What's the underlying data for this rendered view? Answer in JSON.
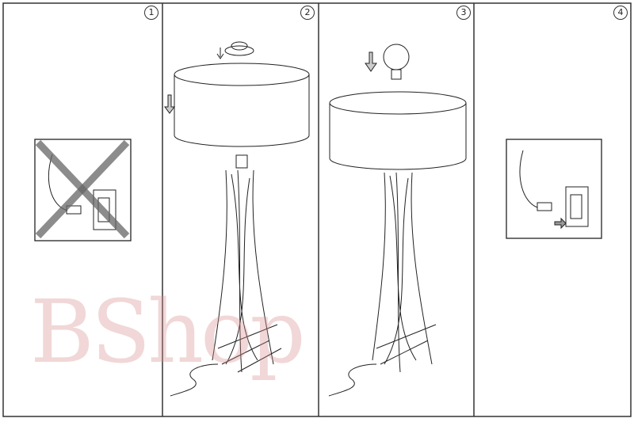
{
  "steps": [
    {
      "number": "1"
    },
    {
      "number": "2"
    },
    {
      "number": "3"
    },
    {
      "number": "4"
    }
  ],
  "watermark": "BShop",
  "colors": {
    "line": "#222222",
    "watermark": "#d78c8c"
  }
}
